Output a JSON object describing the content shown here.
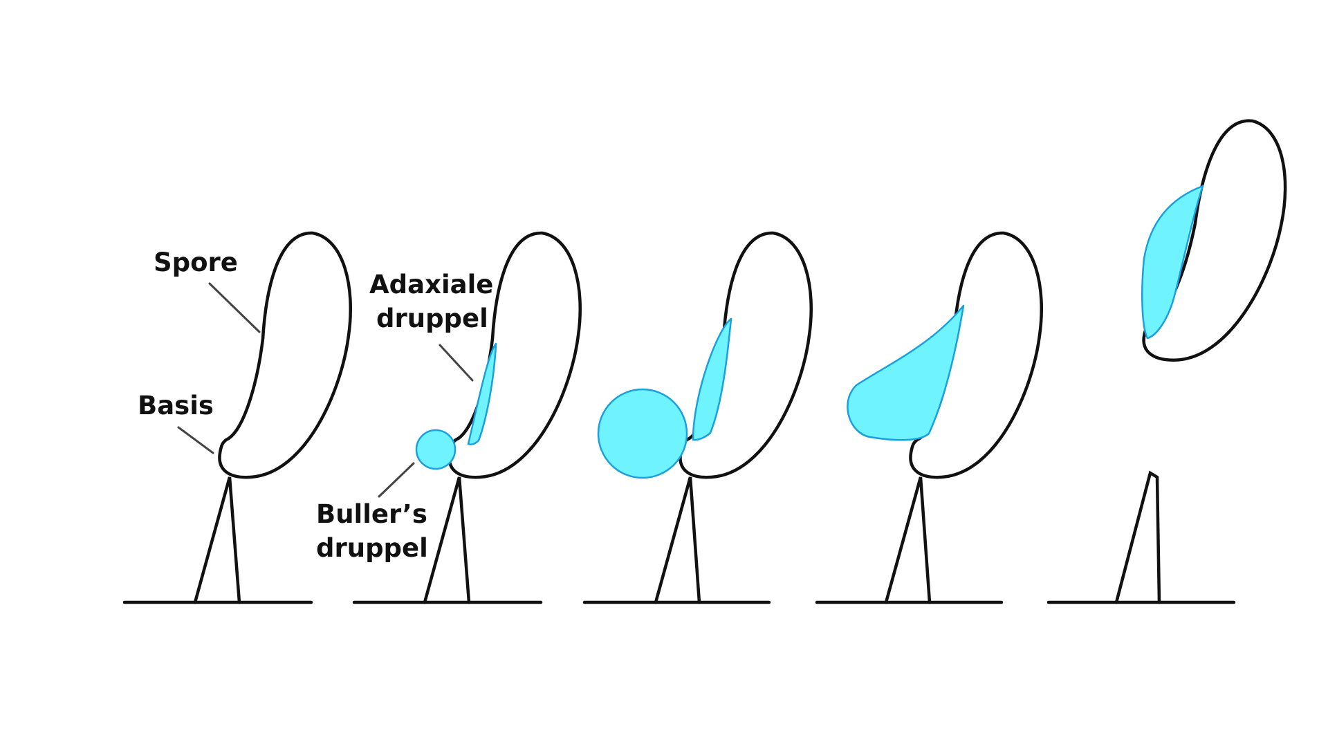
{
  "labels": {
    "spore": "Spore",
    "basis": "Basis",
    "adaxial_line1": "Adaxiale",
    "adaxial_line2": "druppel",
    "buller_line1": "Buller’s",
    "buller_line2": "druppel"
  },
  "colors": {
    "drop_fill": "#6ff3ff",
    "drop_stroke": "#1a9fe0",
    "outline": "#111111",
    "background": "#ffffff"
  }
}
